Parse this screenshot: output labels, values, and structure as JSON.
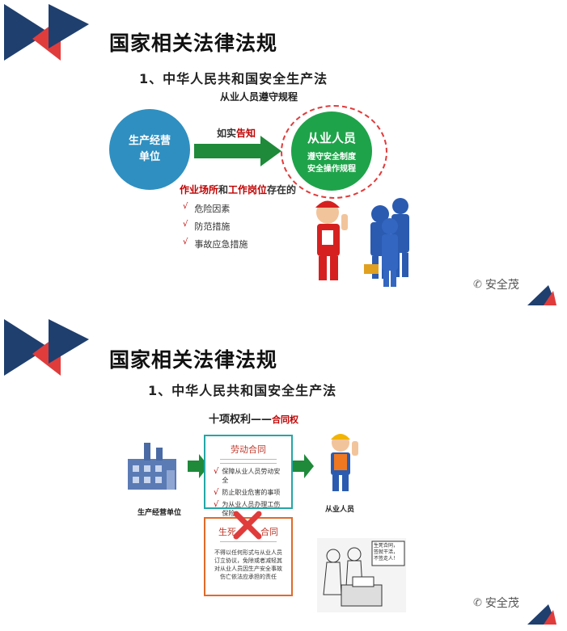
{
  "slide1": {
    "title": "国家相关法律法规",
    "subtitle": "1、中华人民共和国安全生产法",
    "top_label": "从业人员遵守规程",
    "left_circle": [
      "生产经营",
      "单位"
    ],
    "arrow_label_plain": "如实",
    "arrow_label_red": "告知",
    "right_circle_title": "从业人员",
    "right_circle_lines": [
      "遵守安全制度",
      "安全操作规程"
    ],
    "workplace_red1": "作业场所",
    "workplace_plain1": "和",
    "workplace_red2": "工作岗位",
    "workplace_plain2": "存在的",
    "items": [
      "危险因素",
      "防范措施",
      "事故应急措施"
    ],
    "check_mark": "√",
    "watermark": "安全茂"
  },
  "slide2": {
    "title": "国家相关法律法规",
    "subtitle": "1、中华人民共和国安全生产法",
    "rights_plain": "十项权利——",
    "rights_red": "合同权",
    "left_label": "生产经营单位",
    "right_label": "从业人员",
    "box1_title": "劳动合同",
    "box1_items": [
      "保障从业人员劳动安全",
      "防止职业危害的事项",
      "为从业人员办理工伤保险"
    ],
    "box2_title_left": "生死",
    "box2_title_right": "合同",
    "box2_lines": [
      "不得以任何形式与从业人员",
      "订立协议，免除或者减轻其",
      "对从业人员因生产安全事故",
      "伤亡依法应承担的责任"
    ],
    "check_mark": "√",
    "cartoon_text": [
      "生死合同，",
      "签就干活，",
      "不签走人！"
    ],
    "watermark": "安全茂"
  },
  "colors": {
    "navy": "#1f3f6e",
    "red": "#e03c3c",
    "teal_circle": "#2f8fc0",
    "green_circle": "#1fa34a",
    "arrow_green": "#1e8a3a"
  }
}
